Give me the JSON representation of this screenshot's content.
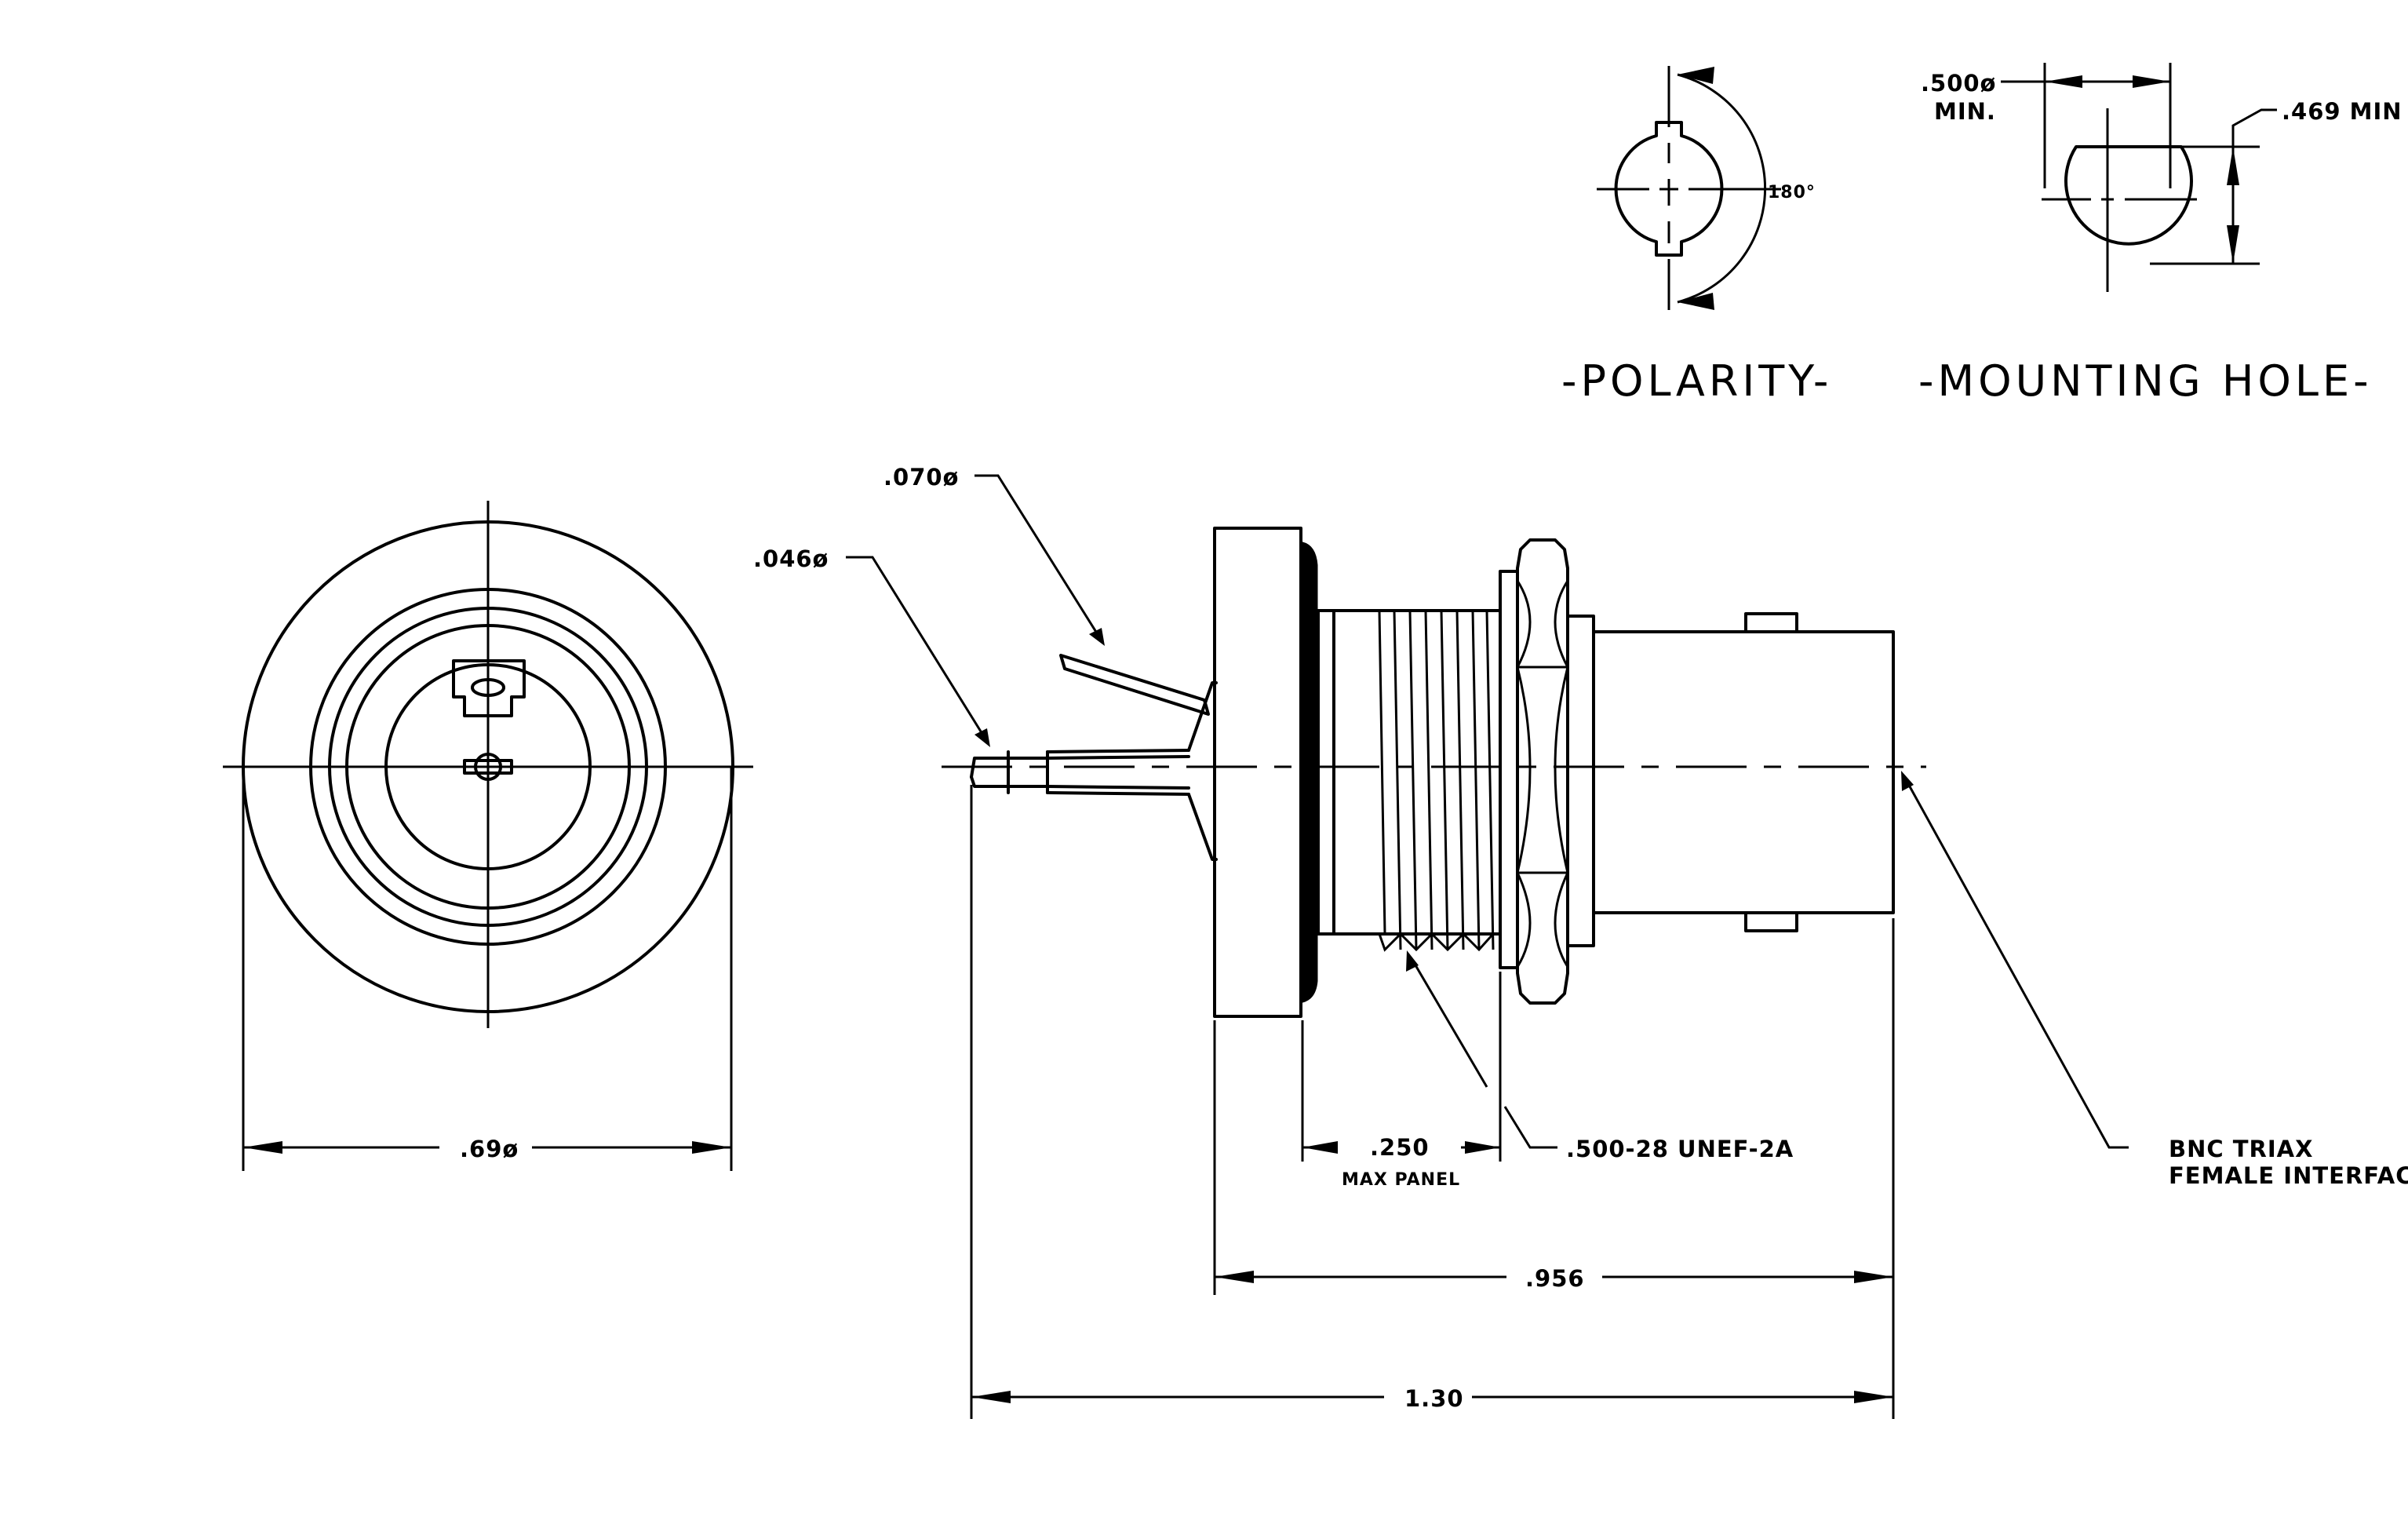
{
  "views": {
    "polarity": {
      "title": "-POLARITY-",
      "angle_label": "180°"
    },
    "mounting_hole": {
      "title": "-MOUNTING HOLE-",
      "diameter_label": ".500ø",
      "diameter_note": "MIN.",
      "flat_label": ".469 MIN"
    },
    "front": {
      "diameter_label": ".69ø"
    },
    "side": {
      "pin_outer_label": ".070ø",
      "pin_inner_label": ".046ø",
      "panel_label": ".250",
      "panel_note": "MAX PANEL",
      "thread_label": ".500-28 UNEF-2A",
      "interface_line1": "BNC TRIAX",
      "interface_line2": "FEMALE INTERFACE",
      "body_length_label": ".956",
      "overall_length_label": "1.30"
    }
  }
}
